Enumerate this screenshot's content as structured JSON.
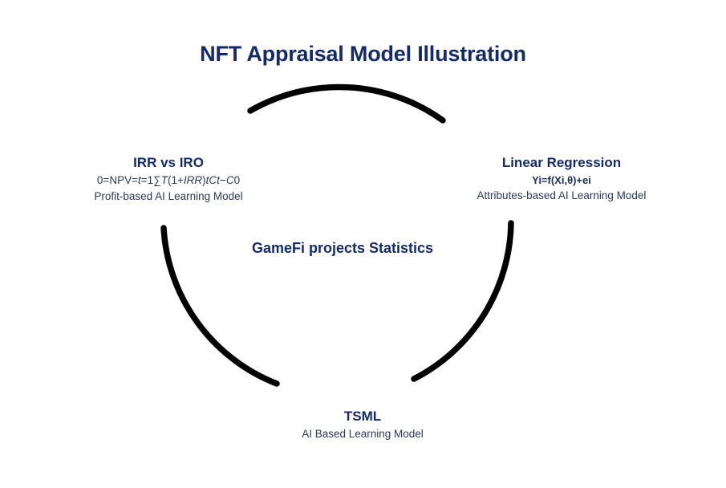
{
  "page": {
    "title": "NFT Appraisal Model Illustration",
    "background_color": "#ffffff",
    "accent_color": "#162a6b",
    "body_text_color": "#2b3a55",
    "arc_color": "#000000"
  },
  "diagram": {
    "type": "cycle",
    "center_label": "GameFi projects Statistics",
    "nodes": [
      {
        "id": "irr-vs-iro",
        "position": "left",
        "title": "IRR vs IRO",
        "formula": "0=NPV=t=1∑T(1+IRR)tCt−C0",
        "formula_parts": {
          "before": "0=NPV=",
          "italic_1": "t",
          "mid_1": "=1∑",
          "italic_2": "T",
          "mid_2": "(1+",
          "italic_3": "IRR",
          "mid_3": ")",
          "italic_4": "tCt",
          "mid_4": "−",
          "italic_5": "C",
          "after": "0"
        },
        "subtitle": "Profit-based AI Learning Model"
      },
      {
        "id": "linear-regression",
        "position": "right",
        "title": "Linear Regression",
        "formula": "Yi=f(Xi,θ)+ei",
        "subtitle": "Attributes-based AI Learning Model"
      },
      {
        "id": "tsml",
        "position": "bottom",
        "title": "TSML",
        "formula": "",
        "subtitle": "AI Based Learning Model"
      }
    ],
    "arcs": [
      {
        "id": "arc-top",
        "label": "top-arc-segment"
      },
      {
        "id": "arc-left",
        "label": "left-arc-segment"
      },
      {
        "id": "arc-right",
        "label": "right-arc-segment"
      }
    ]
  }
}
